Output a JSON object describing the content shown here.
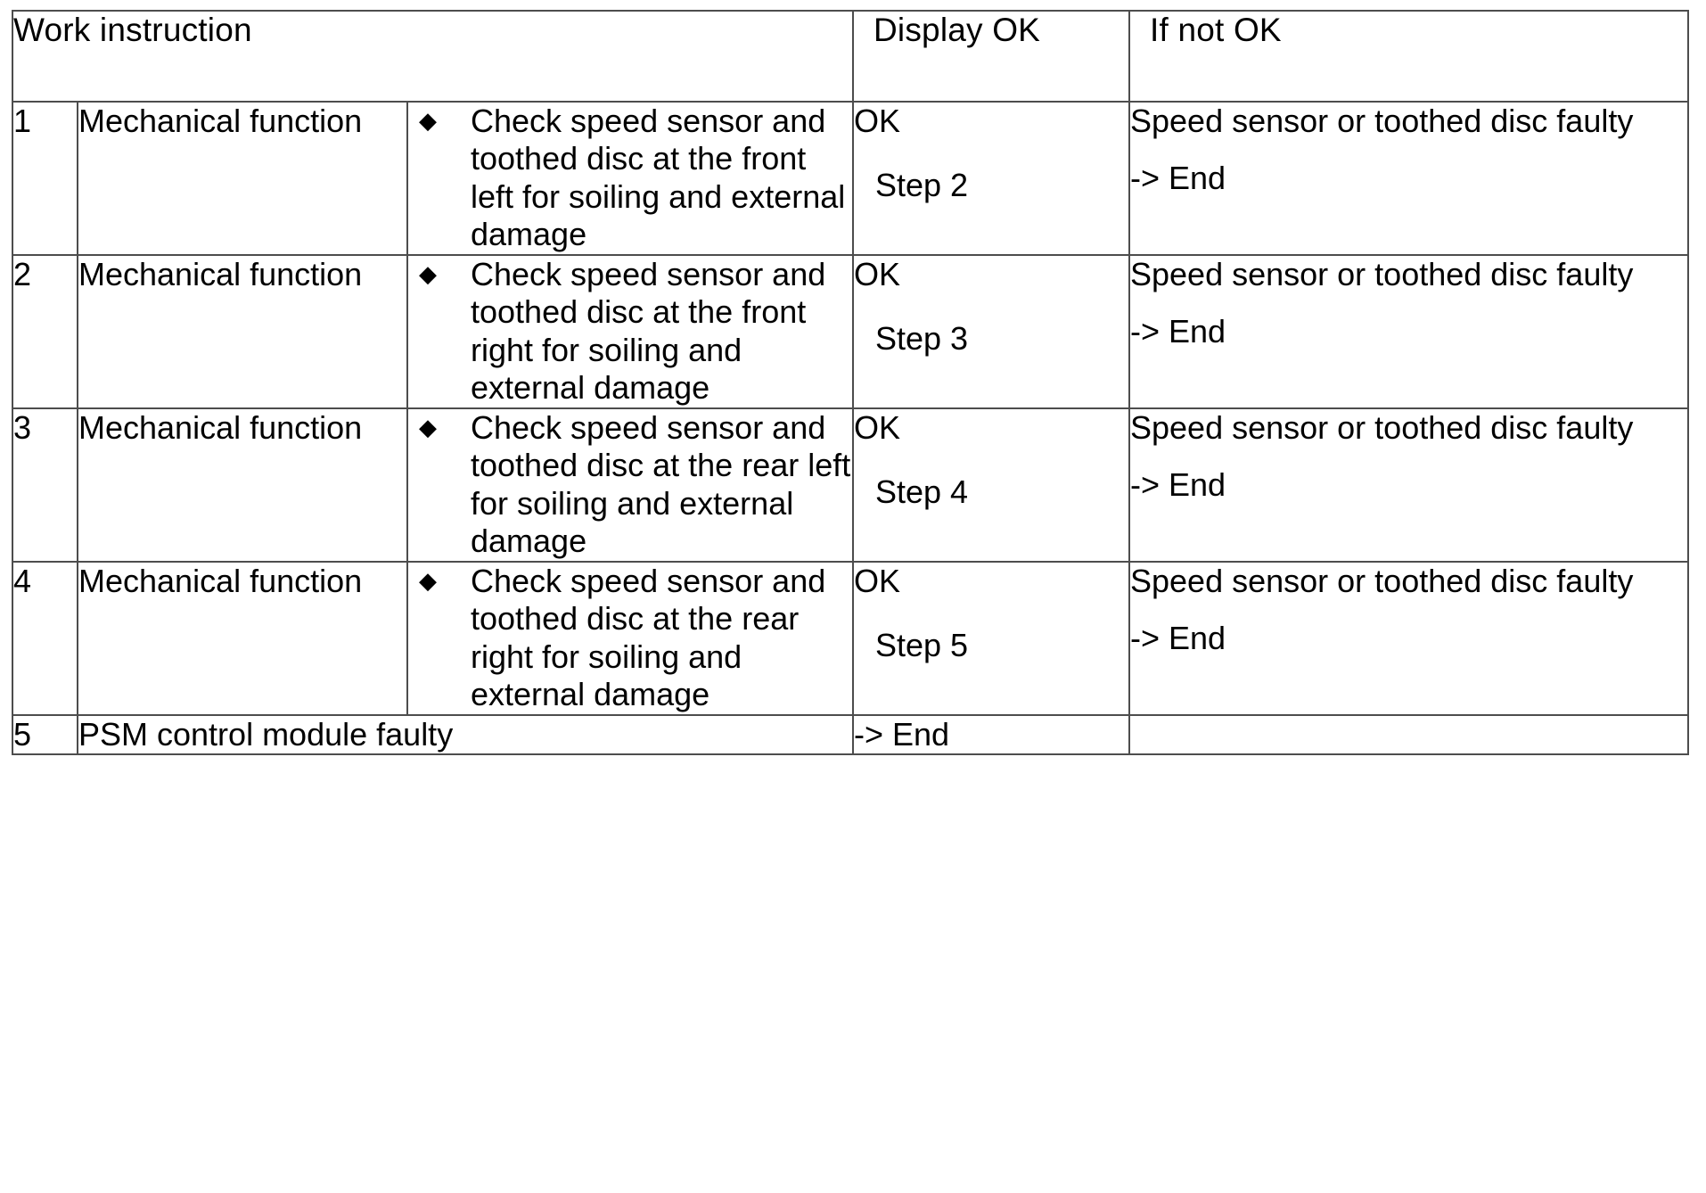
{
  "table": {
    "headers": {
      "work_instruction": "Work instruction",
      "display_ok": "Display OK",
      "if_not_ok": "If not OK"
    },
    "bullet_glyph": "◆",
    "rows": [
      {
        "num": "1",
        "name": "Mechanical function",
        "instruction": "Check speed sensor and toothed disc at the front left for soiling and external damage",
        "ok": "OK",
        "ok_next": "Step 2",
        "not_ok": "Speed sensor or toothed disc faulty",
        "not_ok_end": "-> End"
      },
      {
        "num": "2",
        "name": "Mechanical function",
        "instruction": "Check speed sensor and toothed disc at the front right for soiling and external damage",
        "ok": "OK",
        "ok_next": "Step 3",
        "not_ok": "Speed sensor or toothed disc faulty",
        "not_ok_end": "-> End"
      },
      {
        "num": "3",
        "name": "Mechanical function",
        "instruction": "Check speed sensor and toothed disc at the rear left for soiling and external damage",
        "ok": "OK",
        "ok_next": "Step 4",
        "not_ok": "Speed sensor or toothed disc faulty",
        "not_ok_end": "-> End"
      },
      {
        "num": "4",
        "name": "Mechanical function",
        "instruction": "Check speed sensor and toothed disc at the rear right for soiling and external damage",
        "ok": "OK",
        "ok_next": "Step 5",
        "not_ok": "Speed sensor or toothed disc faulty",
        "not_ok_end": "-> End"
      }
    ],
    "final_row": {
      "num": "5",
      "text": "PSM control module faulty",
      "ok": "-> End",
      "not_ok": ""
    }
  },
  "colors": {
    "border": "#4d4d4d",
    "text": "#000000",
    "background": "#ffffff"
  }
}
